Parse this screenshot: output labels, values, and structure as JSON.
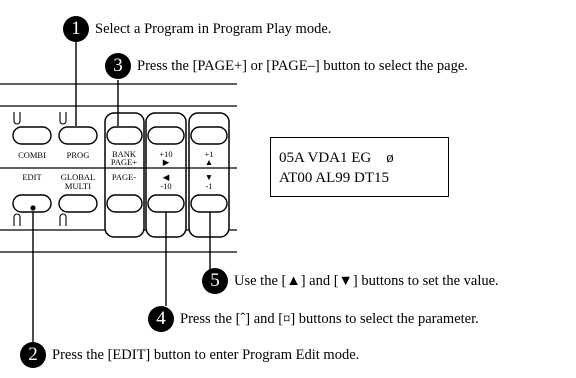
{
  "steps": [
    {
      "num": "1",
      "text": "Select a Program in Program Play mode."
    },
    {
      "num": "2",
      "text": "Press the [EDIT] button to enter Program Edit mode."
    },
    {
      "num": "3",
      "text": "Press the [PAGE+] or [PAGE–] button to select the page."
    },
    {
      "num": "4",
      "text": "Press the [ˆ] and [¤] buttons to select the parameter."
    },
    {
      "num": "5",
      "text": "Use the [▲] and [▼] buttons to set the value."
    }
  ],
  "panel": {
    "combi": "COMBI",
    "prog": "PROG",
    "bank_page_plus_line1": "BANK",
    "bank_page_plus_line2": "PAGE+",
    "plus10_line1": "+10",
    "plus10_line2": "▶",
    "plus1_line1": "+1",
    "plus1_line2": "▲",
    "edit": "EDIT",
    "global_line1": "GLOBAL",
    "global_line2": "MULTI",
    "page_minus": "PAGE-",
    "minus10_line1": "◀",
    "minus10_line2": "-10",
    "minus1_line1": "▼",
    "minus1_line2": "-1"
  },
  "display": {
    "line1": "05A VDA1 EG    ø",
    "line2": "AT00 AL99 DT15"
  }
}
